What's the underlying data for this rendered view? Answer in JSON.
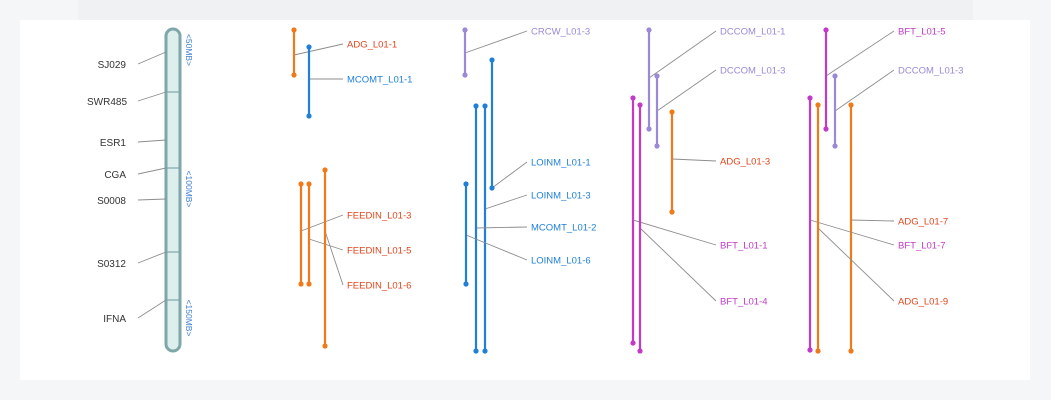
{
  "colors": {
    "orange": "#f07a18",
    "red": "#e0451c",
    "blue": "#1f7fd9",
    "lavender": "#9b88d6",
    "magenta": "#c23ac7",
    "chromosome_fill": "#dcefec",
    "chromosome_stroke": "#7fa6a9",
    "scale_text": "#3c7fd1"
  },
  "chromosome": {
    "markers": [
      "SJ029",
      "SWR485",
      "ESR1",
      "CGA",
      "S0008",
      "S0312",
      "IFNA"
    ],
    "scale_labels": [
      "<50MB>",
      "<100MB>",
      "<150MB>"
    ]
  },
  "tracks": [
    {
      "qtls": [
        {
          "label": "ADG_L01-1",
          "bar_color": "orange",
          "label_color": "red"
        },
        {
          "label": "MCOMT_L01-1",
          "bar_color": "blue",
          "label_color": "blue"
        }
      ]
    },
    {
      "qtls": [
        {
          "label": "FEEDIN_L01-3",
          "bar_color": "orange",
          "label_color": "red"
        },
        {
          "label": "FEEDIN_L01-5",
          "bar_color": "orange",
          "label_color": "red"
        },
        {
          "label": "FEEDIN_L01-6",
          "bar_color": "orange",
          "label_color": "red"
        }
      ]
    },
    {
      "qtls": [
        {
          "label": "CRCW_L01-3",
          "bar_color": "lavender",
          "label_color": "lavender"
        },
        {
          "label": "LOINM_L01-1",
          "bar_color": "blue",
          "label_color": "blue"
        },
        {
          "label": "LOINM_L01-3",
          "bar_color": "blue",
          "label_color": "blue"
        },
        {
          "label": "MCOMT_L01-2",
          "bar_color": "blue",
          "label_color": "blue"
        },
        {
          "label": "LOINM_L01-6",
          "bar_color": "blue",
          "label_color": "blue"
        }
      ]
    },
    {
      "qtls": [
        {
          "label": "DCCOM_L01-1",
          "bar_color": "lavender",
          "label_color": "lavender"
        },
        {
          "label": "DCCOM_L01-3",
          "bar_color": "lavender",
          "label_color": "lavender"
        },
        {
          "label": "ADG_L01-3",
          "bar_color": "orange",
          "label_color": "red"
        },
        {
          "label": "BFT_L01-1",
          "bar_color": "magenta",
          "label_color": "magenta"
        },
        {
          "label": "BFT_L01-4",
          "bar_color": "magenta",
          "label_color": "magenta"
        }
      ]
    },
    {
      "qtls": [
        {
          "label": "BFT_L01-5",
          "bar_color": "magenta",
          "label_color": "magenta"
        },
        {
          "label": "DCCOM_L01-3",
          "bar_color": "lavender",
          "label_color": "lavender"
        },
        {
          "label": "ADG_L01-7",
          "bar_color": "orange",
          "label_color": "red"
        },
        {
          "label": "BFT_L01-7",
          "bar_color": "magenta",
          "label_color": "magenta"
        },
        {
          "label": "ADG_L01-9",
          "bar_color": "orange",
          "label_color": "red"
        }
      ]
    }
  ]
}
